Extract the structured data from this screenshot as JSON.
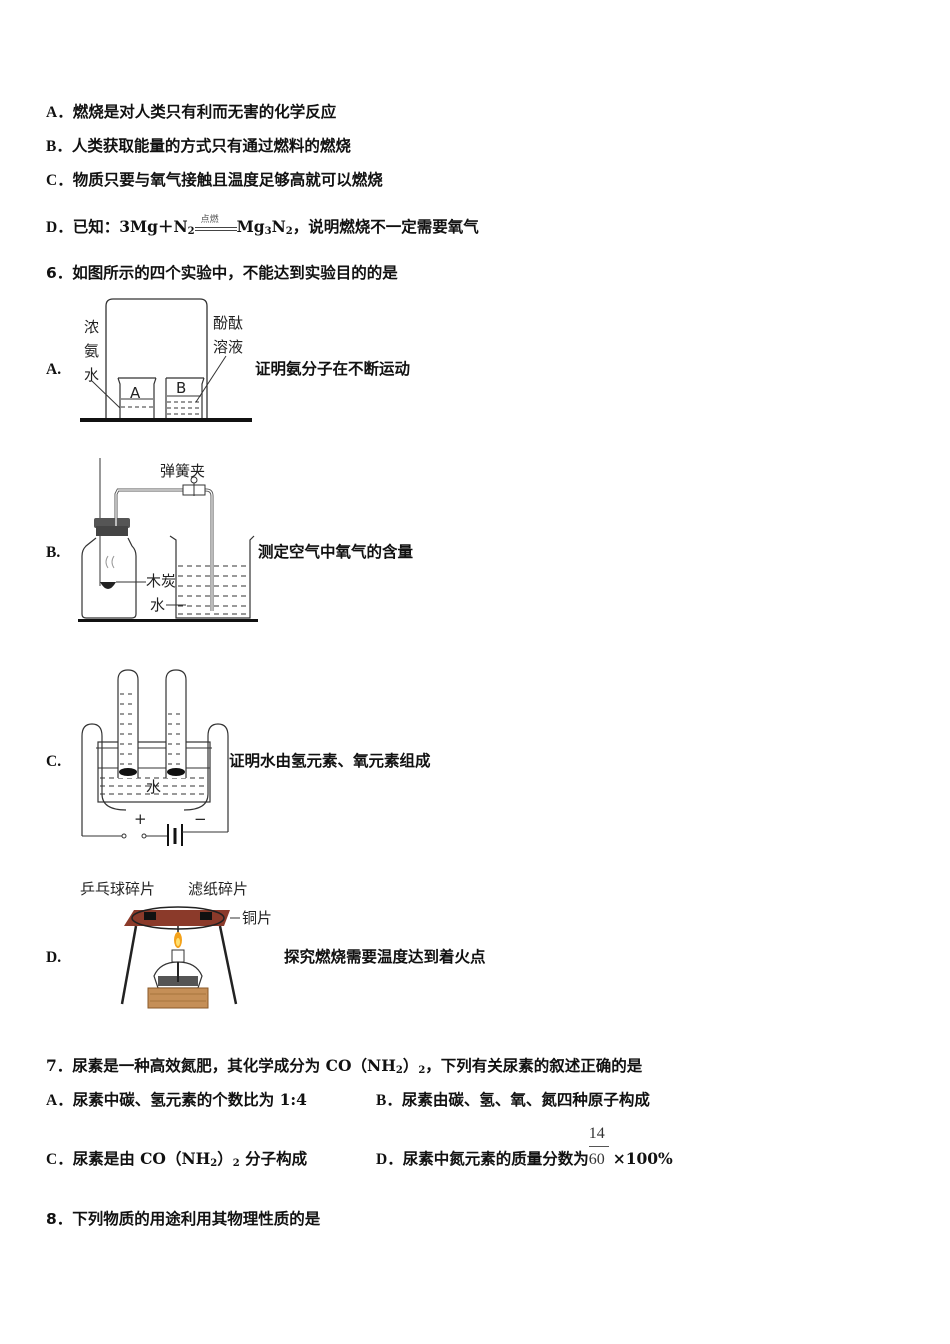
{
  "q5_options": {
    "A": {
      "label": "A．",
      "text": "燃烧是对人类只有利而无害的化学反应"
    },
    "B": {
      "label": "B．",
      "text": "人类获取能量的方式只有通过燃料的燃烧"
    },
    "C": {
      "label": "C．",
      "text": "物质只要与氧气接触且温度足够高就可以燃烧"
    },
    "D": {
      "label": "D．",
      "prefix": "已知：3Mg＋N",
      "n2_sub": "2",
      "condition": "点燃",
      "product": "Mg",
      "product_sub1": "3",
      "product_mid": "N",
      "product_sub2": "2",
      "suffix": "，说明燃烧不一定需要氧气"
    }
  },
  "q6": {
    "stem": "6．如图所示的四个实验中，不能达到实验目的的是",
    "options": [
      {
        "label": "A.",
        "text": "证明氨分子在不断运动",
        "figure": {
          "left_label": [
            "浓",
            "氨",
            "水"
          ],
          "right_label": [
            "酚酞",
            "溶液"
          ],
          "beaker_a": "A",
          "beaker_b": "B"
        }
      },
      {
        "label": "B.",
        "text": "测定空气中氧气的含量",
        "figure": {
          "clamp_label": "弹簧夹",
          "charcoal_label": "木炭",
          "water_label": "水"
        }
      },
      {
        "label": "C.",
        "text": "证明水由氢元素、氧元素组成",
        "figure": {
          "water_label": "水",
          "plus": "+",
          "minus": "−"
        }
      },
      {
        "label": "D.",
        "text": "探究燃烧需要温度达到着火点",
        "figure": {
          "label_pingpong": "乒乓球碎片",
          "label_filter": "滤纸碎片",
          "label_copper": "铜片"
        }
      }
    ]
  },
  "q7": {
    "stem_pre": "7．尿素是一种高效氮肥，其化学成分为 CO（NH",
    "stem_sub": "2",
    "stem_mid": "）",
    "stem_sub2": "2",
    "stem_post": "，下列有关尿素的叙述正确的是",
    "A": {
      "label": "A．",
      "text": "尿素中碳、氢元素的个数比为 1:4"
    },
    "B": {
      "label": "B．",
      "text": "尿素由碳、氢、氧、氮四种原子构成"
    },
    "C": {
      "label": "C．",
      "pre": "尿素是由 CO（NH",
      "sub": "2",
      "mid": "）",
      "sub2": "2",
      "post": " 分子构成"
    },
    "D": {
      "label": "D．",
      "pre": "尿素中氮元素的质量分数为",
      "numerator": "14",
      "denominator": "60",
      "post": "×100%"
    }
  },
  "q8": {
    "stem": "8．下列物质的用途利用其物理性质的是"
  }
}
